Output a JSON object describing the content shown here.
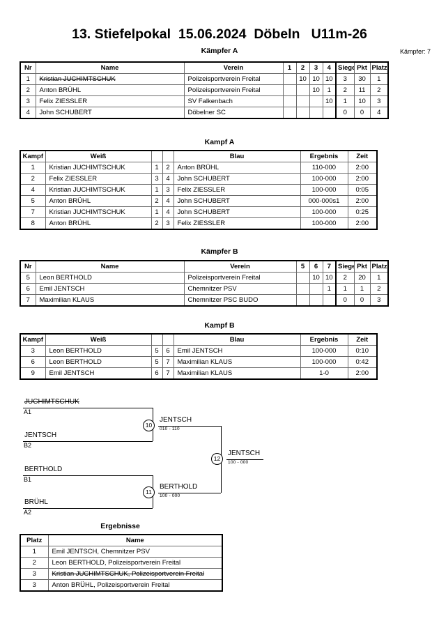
{
  "header": {
    "title": "13. Stiefelpokal  15.06.2024  Döbeln   U11m-26",
    "fighters_count_label": "Kämpfer: 7"
  },
  "sections": {
    "pool_a_title": "Kämpfer A",
    "kampf_a_title": "Kampf A",
    "pool_b_title": "Kämpfer B",
    "kampf_b_title": "Kampf B",
    "results_title": "Ergebnisse"
  },
  "pool_a": {
    "columns": [
      "Nr",
      "Name",
      "Verein",
      "1",
      "2",
      "3",
      "4",
      "Siege",
      "Pkt",
      "Platz"
    ],
    "rows": [
      {
        "nr": "1",
        "name": "Kristian JUCHIMTSCHUK",
        "verein": "Polizeisportverein Freital",
        "c1": "",
        "c2": "10",
        "c3": "10",
        "c4": "10",
        "siege": "3",
        "pkt": "30",
        "platz": "1",
        "struck": true
      },
      {
        "nr": "2",
        "name": "Anton BRÜHL",
        "verein": "Polizeisportverein Freital",
        "c1": "",
        "c2": "",
        "c3": "10",
        "c4": "1",
        "siege": "2",
        "pkt": "11",
        "platz": "2",
        "struck": false
      },
      {
        "nr": "3",
        "name": "Felix ZIESSLER",
        "verein": "SV Falkenbach",
        "c1": "",
        "c2": "",
        "c3": "",
        "c4": "10",
        "siege": "1",
        "pkt": "10",
        "platz": "3",
        "struck": false
      },
      {
        "nr": "4",
        "name": "John SCHUBERT",
        "verein": "Döbelner SC",
        "c1": "",
        "c2": "",
        "c3": "",
        "c4": "",
        "siege": "0",
        "pkt": "0",
        "platz": "4",
        "struck": false
      }
    ]
  },
  "kampf_a": {
    "columns": [
      "Kampf",
      "Weiß",
      "",
      "",
      "Blau",
      "Ergebnis",
      "Zeit"
    ],
    "rows": [
      {
        "kampf": "1",
        "weiss": "Kristian JUCHIMTSCHUK",
        "nw": "1",
        "nb": "2",
        "blau": "Anton BRÜHL",
        "ergebnis": "110-000",
        "zeit": "2:00"
      },
      {
        "kampf": "2",
        "weiss": "Felix ZIESSLER",
        "nw": "3",
        "nb": "4",
        "blau": "John SCHUBERT",
        "ergebnis": "100-000",
        "zeit": "2:00"
      },
      {
        "kampf": "4",
        "weiss": "Kristian JUCHIMTSCHUK",
        "nw": "1",
        "nb": "3",
        "blau": "Felix ZIESSLER",
        "ergebnis": "100-000",
        "zeit": "0:05"
      },
      {
        "kampf": "5",
        "weiss": "Anton BRÜHL",
        "nw": "2",
        "nb": "4",
        "blau": "John SCHUBERT",
        "ergebnis": "000-000s1",
        "zeit": "2:00"
      },
      {
        "kampf": "7",
        "weiss": "Kristian JUCHIMTSCHUK",
        "nw": "1",
        "nb": "4",
        "blau": "John SCHUBERT",
        "ergebnis": "100-000",
        "zeit": "0:25"
      },
      {
        "kampf": "8",
        "weiss": "Anton BRÜHL",
        "nw": "2",
        "nb": "3",
        "blau": "Felix ZIESSLER",
        "ergebnis": "100-000",
        "zeit": "2:00"
      }
    ]
  },
  "pool_b": {
    "columns": [
      "Nr",
      "Name",
      "Verein",
      "5",
      "6",
      "7",
      "Siege",
      "Pkt",
      "Platz"
    ],
    "rows": [
      {
        "nr": "5",
        "name": "Leon BERTHOLD",
        "verein": "Polizeisportverein Freital",
        "c1": "",
        "c2": "10",
        "c3": "10",
        "siege": "2",
        "pkt": "20",
        "platz": "1"
      },
      {
        "nr": "6",
        "name": "Emil JENTSCH",
        "verein": "Chemnitzer PSV",
        "c1": "",
        "c2": "",
        "c3": "1",
        "siege": "1",
        "pkt": "1",
        "platz": "2"
      },
      {
        "nr": "7",
        "name": "Maximilian KLAUS",
        "verein": "Chemnitzer PSC BUDO",
        "c1": "",
        "c2": "",
        "c3": "",
        "siege": "0",
        "pkt": "0",
        "platz": "3"
      }
    ]
  },
  "kampf_b": {
    "columns": [
      "Kampf",
      "Weiß",
      "",
      "",
      "Blau",
      "Ergebnis",
      "Zeit"
    ],
    "rows": [
      {
        "kampf": "3",
        "weiss": "Leon BERTHOLD",
        "nw": "5",
        "nb": "6",
        "blau": "Emil JENTSCH",
        "ergebnis": "100-000",
        "zeit": "0:10"
      },
      {
        "kampf": "6",
        "weiss": "Leon BERTHOLD",
        "nw": "5",
        "nb": "7",
        "blau": "Maximilian KLAUS",
        "ergebnis": "100-000",
        "zeit": "0:42"
      },
      {
        "kampf": "9",
        "weiss": "Emil JENTSCH",
        "nw": "6",
        "nb": "7",
        "blau": "Maximilian KLAUS",
        "ergebnis": "1-0",
        "zeit": "2:00"
      }
    ]
  },
  "bracket": {
    "entrants": [
      {
        "name": "JUCHIMTSCHUK",
        "seed": "A1",
        "struck": true
      },
      {
        "name": "JENTSCH",
        "seed": "B2",
        "struck": false
      },
      {
        "name": "BERTHOLD",
        "seed": "B1",
        "struck": false
      },
      {
        "name": "BRÜHL",
        "seed": "A2",
        "struck": false
      }
    ],
    "matches": [
      {
        "number": "10",
        "winner": "JENTSCH",
        "score": "010 - 110"
      },
      {
        "number": "11",
        "winner": "BERTHOLD",
        "score": "100 - 000"
      },
      {
        "number": "12",
        "winner": "JENTSCH",
        "score": "100 - 000"
      }
    ]
  },
  "results": {
    "columns": [
      "Platz",
      "Name"
    ],
    "rows": [
      {
        "platz": "1",
        "name": "Emil JENTSCH, Chemnitzer PSV",
        "struck": false
      },
      {
        "platz": "2",
        "name": "Leon BERTHOLD, Polizeisportverein Freital",
        "struck": false
      },
      {
        "platz": "3",
        "name": "Kristian JUCHIMTSCHUK, Polizeisportverein Freital",
        "struck": true
      },
      {
        "platz": "3",
        "name": "Anton BRÜHL, Polizeisportverein Freital",
        "struck": false
      }
    ]
  }
}
